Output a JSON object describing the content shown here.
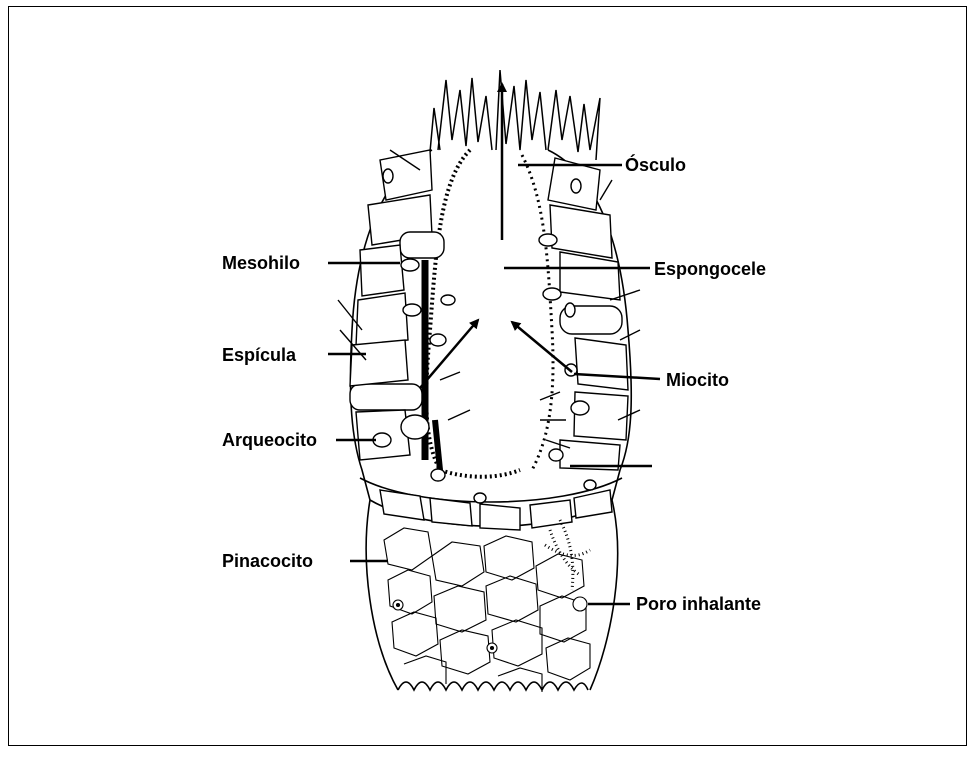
{
  "labels": {
    "osculo": "Ósculo",
    "espongocele": "Espongocele",
    "mesohilo": "Mesohilo",
    "espicula": "Espícula",
    "miocito": "Miocito",
    "arqueocito": "Arqueocito",
    "pinacocito": "Pinacocito",
    "poro_inhalante": "Poro inhalante"
  },
  "colors": {
    "ink": "#000000",
    "background": "#ffffff"
  }
}
